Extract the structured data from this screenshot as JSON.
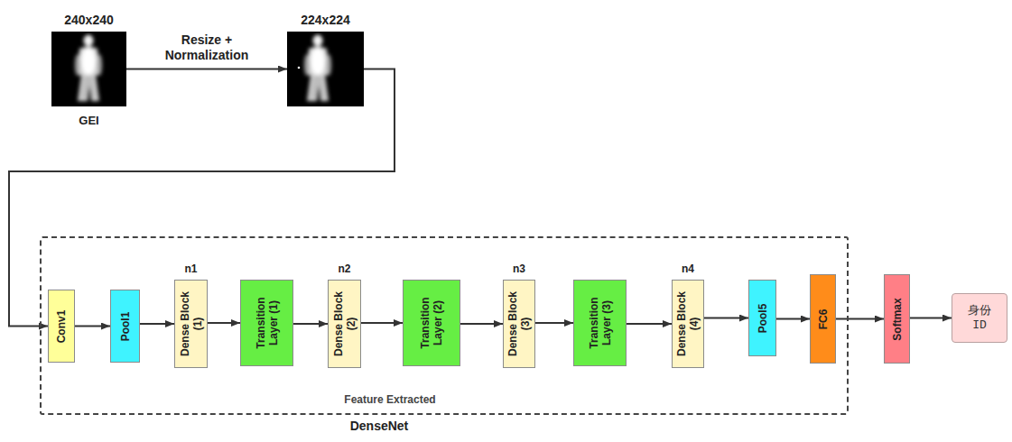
{
  "diagram": {
    "nodes": [
      {
        "text": [
          "240x240",
          "GEI"
        ]
      },
      {
        "text": [
          "224x224"
        ]
      },
      {
        "text": [
          "Feature Extracted",
          "DenseNet"
        ]
      },
      {
        "text": [
          "Conv1"
        ],
        "in": 2
      },
      {
        "text": [
          "Pool1"
        ],
        "in": 2
      },
      {
        "text": [
          "n1",
          "Dense Block (1)"
        ],
        "in": 2
      },
      {
        "text": [
          "Transition Layer (1)"
        ],
        "in": 2
      },
      {
        "text": [
          "n2",
          "Dense Block (2)"
        ],
        "in": 2
      },
      {
        "text": [
          "Transition Layer (2)"
        ],
        "in": 2
      },
      {
        "text": [
          "n3",
          "Dense Block (3)"
        ],
        "in": 2
      },
      {
        "text": [
          "Transition Layer (3)"
        ],
        "in": 2
      },
      {
        "text": [
          "n4",
          "Dense Block (4)"
        ],
        "in": 2
      },
      {
        "text": [
          "Pool5"
        ],
        "in": 2
      },
      {
        "text": [
          "FC6"
        ],
        "in": 2
      },
      {
        "text": [
          "Softmax"
        ]
      },
      {
        "text": [
          "身份 ID"
        ]
      }
    ],
    "edges": [
      {
        "from": 0,
        "to": 1,
        "arrow": "to",
        "label": "Resize + Normalization"
      },
      {
        "from": 1,
        "to": 3,
        "arrow": "to"
      },
      {
        "from": 3,
        "to": 4,
        "arrow": "to"
      },
      {
        "from": 4,
        "to": 5,
        "arrow": "to"
      },
      {
        "from": 5,
        "to": 6,
        "arrow": "to"
      },
      {
        "from": 6,
        "to": 7,
        "arrow": "to"
      },
      {
        "from": 7,
        "to": 8,
        "arrow": "to"
      },
      {
        "from": 8,
        "to": 9,
        "arrow": "to"
      },
      {
        "from": 9,
        "to": 10,
        "arrow": "to"
      },
      {
        "from": 10,
        "to": 11,
        "arrow": "to"
      },
      {
        "from": 11,
        "to": 12,
        "arrow": "to"
      },
      {
        "from": 12,
        "to": 13,
        "arrow": "to"
      },
      {
        "from": 13,
        "to": 14,
        "arrow": "to"
      },
      {
        "from": 14,
        "to": 15,
        "arrow": "to"
      }
    ]
  }
}
